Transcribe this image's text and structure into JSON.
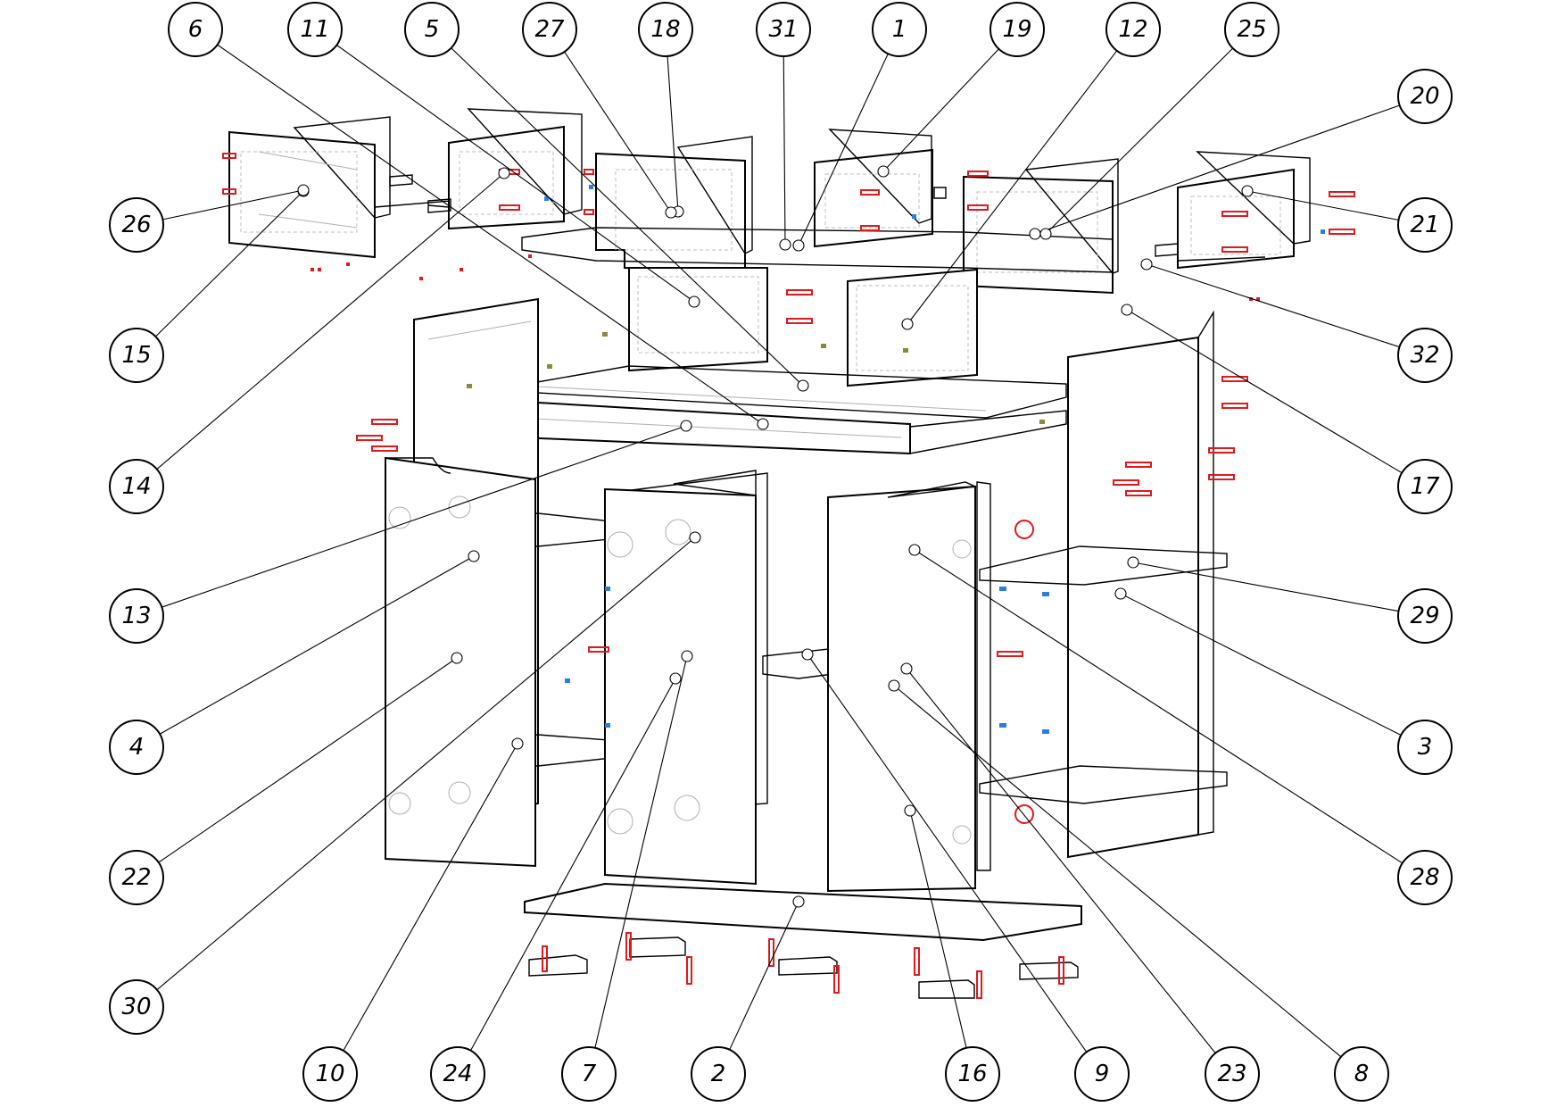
{
  "diagram": {
    "type": "exploded-assembly",
    "colors": {
      "line": "#000000",
      "hardware_red": "#e0191b",
      "hardware_blue": "#2a7de1",
      "hidden_lines": "#b0b0b0"
    },
    "callouts": [
      {
        "id": "c1",
        "label": "1"
      },
      {
        "id": "c2",
        "label": "2"
      },
      {
        "id": "c3",
        "label": "3"
      },
      {
        "id": "c4",
        "label": "4"
      },
      {
        "id": "c5",
        "label": "5"
      },
      {
        "id": "c6",
        "label": "6"
      },
      {
        "id": "c7",
        "label": "7"
      },
      {
        "id": "c8",
        "label": "8"
      },
      {
        "id": "c9",
        "label": "9"
      },
      {
        "id": "c10",
        "label": "10"
      },
      {
        "id": "c11",
        "label": "11"
      },
      {
        "id": "c12",
        "label": "12"
      },
      {
        "id": "c13",
        "label": "13"
      },
      {
        "id": "c14",
        "label": "14"
      },
      {
        "id": "c15",
        "label": "15"
      },
      {
        "id": "c16",
        "label": "16"
      },
      {
        "id": "c17",
        "label": "17"
      },
      {
        "id": "c18",
        "label": "18"
      },
      {
        "id": "c19",
        "label": "19"
      },
      {
        "id": "c20",
        "label": "20"
      },
      {
        "id": "c21",
        "label": "21"
      },
      {
        "id": "c22",
        "label": "22"
      },
      {
        "id": "c23",
        "label": "23"
      },
      {
        "id": "c24",
        "label": "24"
      },
      {
        "id": "c25",
        "label": "25"
      },
      {
        "id": "c26",
        "label": "26"
      },
      {
        "id": "c27",
        "label": "27"
      },
      {
        "id": "c28",
        "label": "28"
      },
      {
        "id": "c29",
        "label": "29"
      },
      {
        "id": "c30",
        "label": "30"
      },
      {
        "id": "c31",
        "label": "31"
      },
      {
        "id": "c32",
        "label": "32"
      }
    ]
  }
}
